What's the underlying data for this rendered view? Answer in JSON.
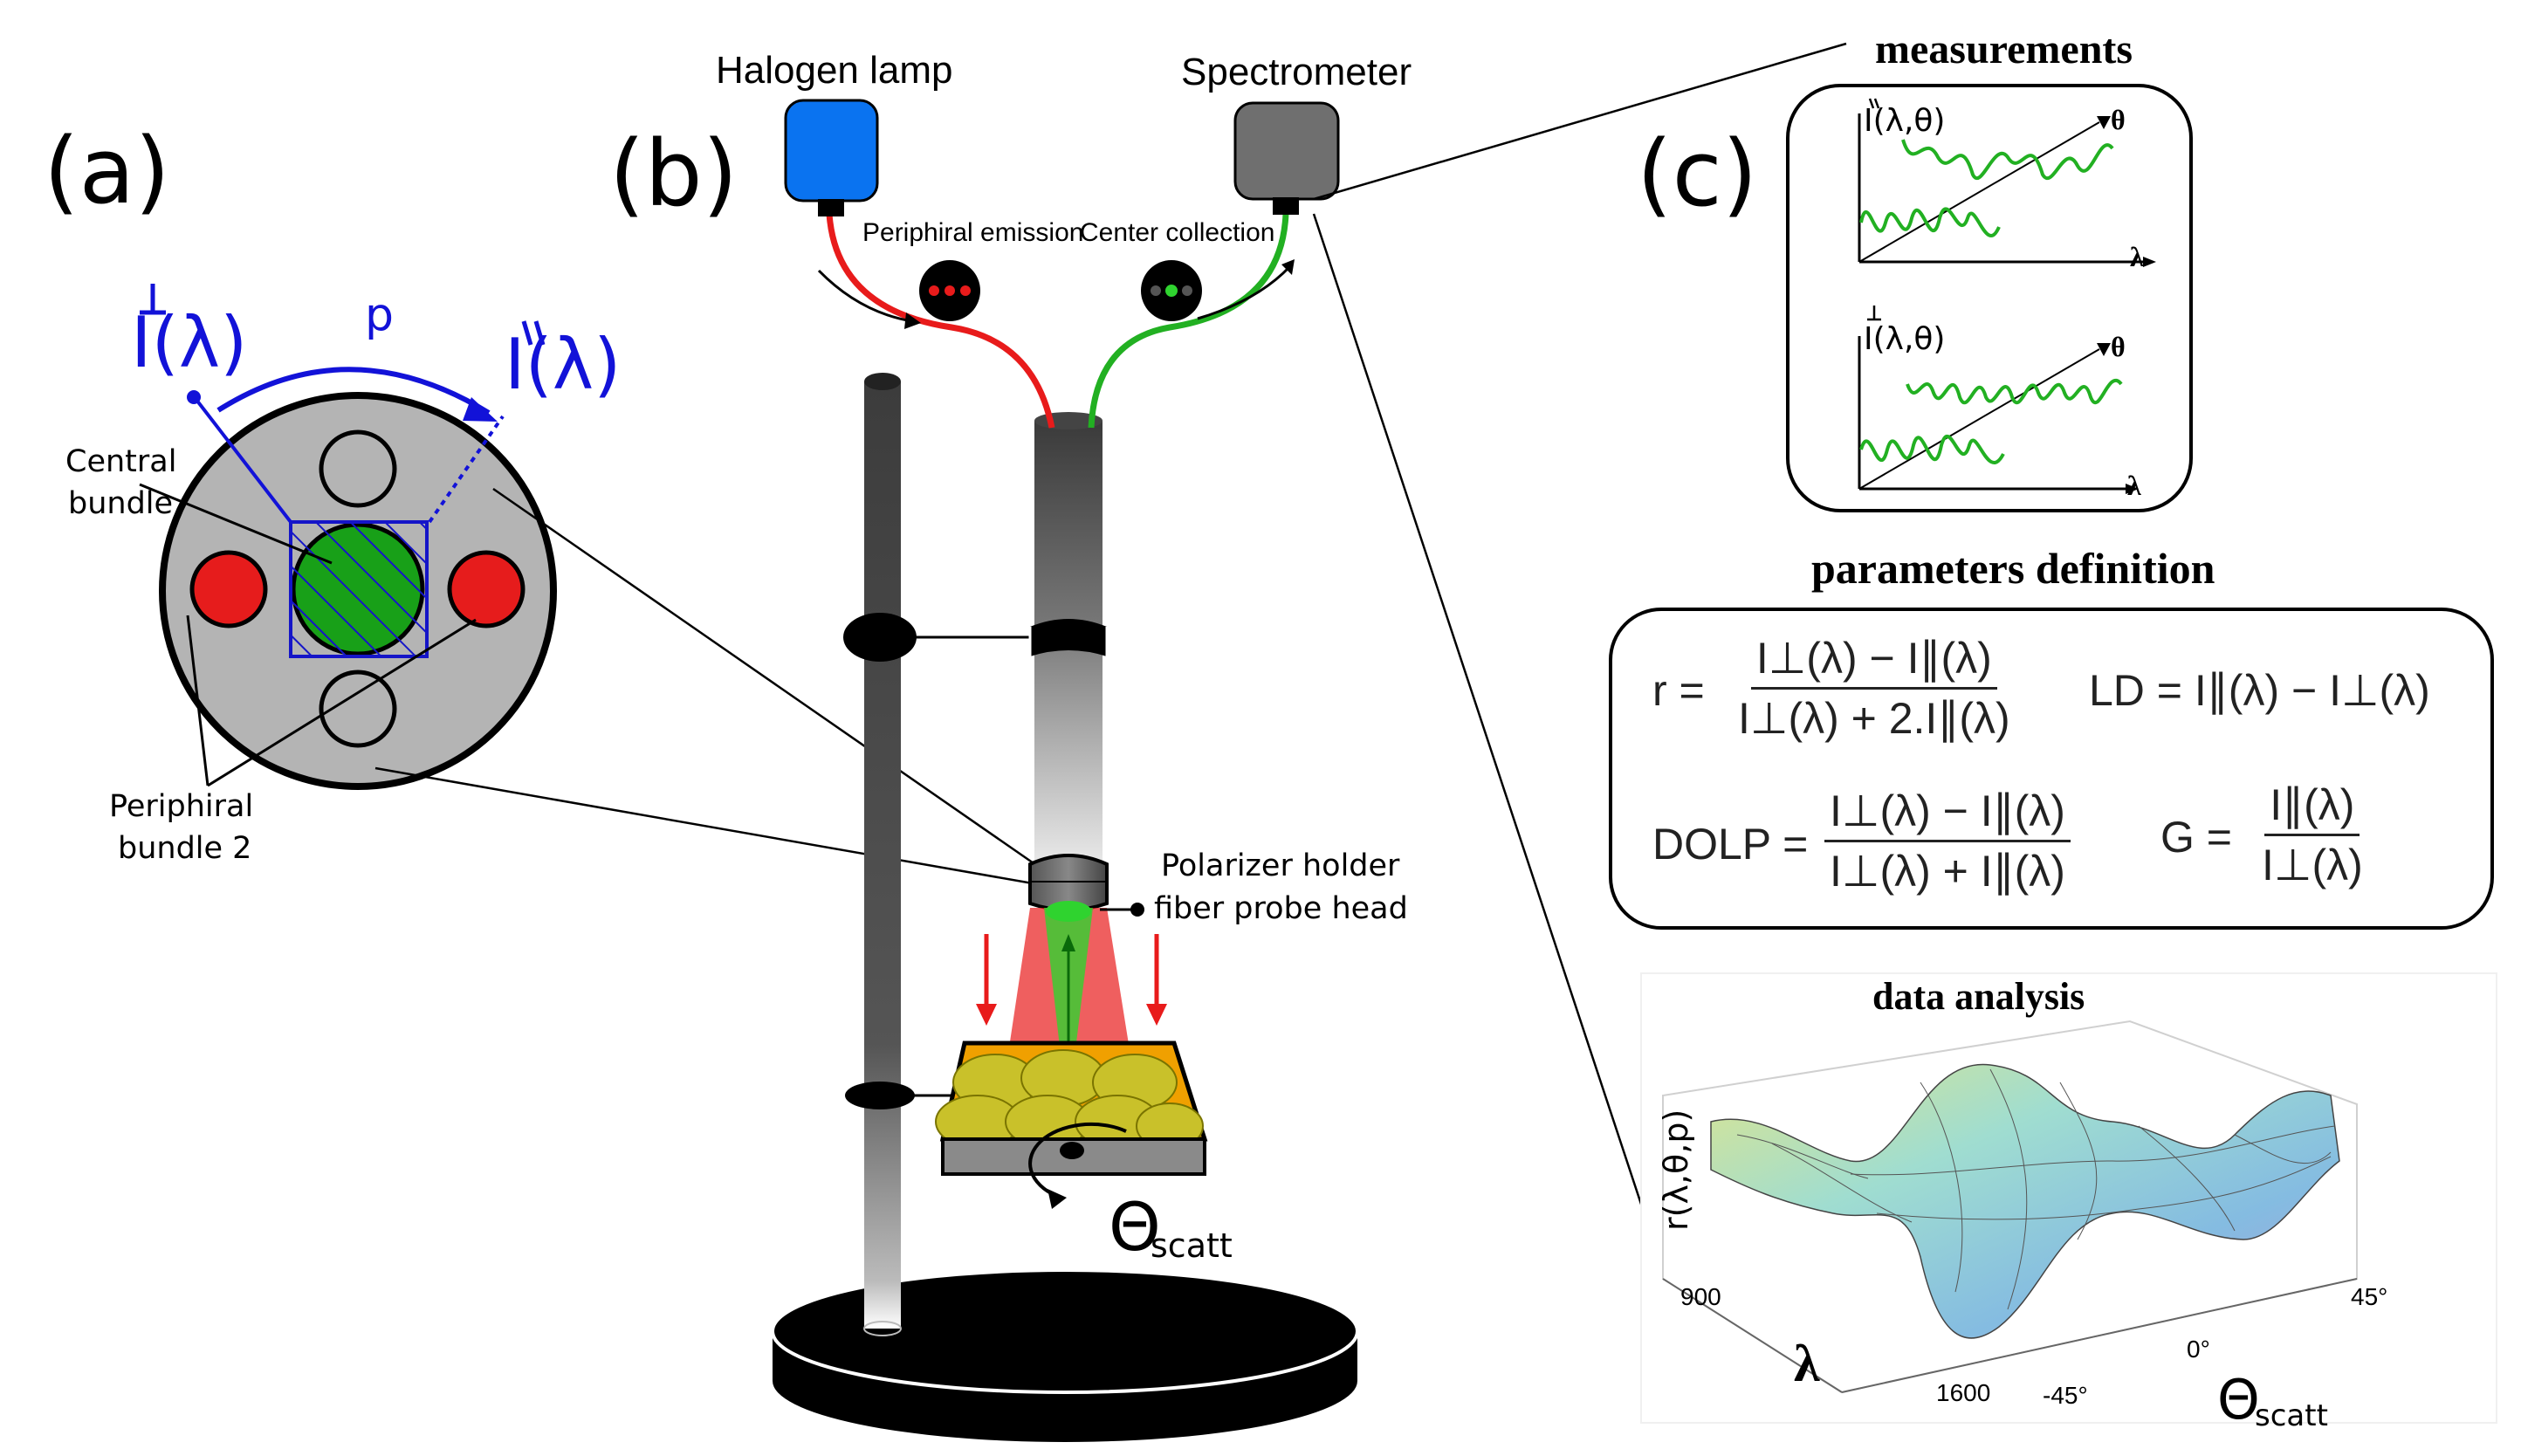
{
  "panels": {
    "a": "(a)",
    "b": "(b)",
    "c": "(c)"
  },
  "panel_a": {
    "i_perp": "I(λ)",
    "i_par": "I(λ)",
    "p_label": "p",
    "central_bundle": [
      "Central",
      "bundle"
    ],
    "peripheral_bundle": [
      "Periphiral",
      "bundle 2"
    ]
  },
  "panel_b": {
    "halogen_lamp": "Halogen lamp",
    "spectrometer": "Spectrometer",
    "peripheral_emission": "Periphiral emission",
    "center_collection": "Center collection",
    "polarizer_holder": "Polarizer holder",
    "fiber_probe_head": "fiber probe head",
    "theta_symbol": "Θ",
    "theta_sub": "scatt"
  },
  "panel_c": {
    "measurements_title": "measurements",
    "plot1_ylabel": "I(λ,θ)",
    "plot2_ylabel": "I(λ,θ)",
    "theta_axis": "θ",
    "lambda_axis": "λ",
    "parameters_title": "parameters definition",
    "eq_r_lead": "r =",
    "eq_r_num": "I⊥(λ) − I∥(λ)",
    "eq_r_den": "I⊥(λ) + 2.I∥(λ)",
    "eq_ld": "LD = I∥(λ) − I⊥(λ)",
    "eq_dolp_lead": "DOLP =",
    "eq_dolp_num": "I⊥(λ) − I∥(λ)",
    "eq_dolp_den": "I⊥(λ) + I∥(λ)",
    "eq_g_lead": "G =",
    "eq_g_num": "I∥(λ)",
    "eq_g_den": "I⊥(λ)",
    "analysis_title": "data analysis",
    "surface_zlabel": "r(λ,θ,p)",
    "lambda_ticks": [
      "900",
      "1600"
    ],
    "theta_ticks": [
      "-45°",
      "0°",
      "45°"
    ],
    "surface_xlabel": "λ",
    "surface_ylabel_symbol": "Θ",
    "surface_ylabel_sub": "scatt"
  },
  "colors": {
    "fiber_blue": "#1212d8",
    "emission_red": "#e81b1b",
    "collection_green": "#22b022",
    "lamp_blue": "#0a73f0",
    "spectrometer_grey": "#6f6f6f",
    "sample_yellow": "#c9c12a",
    "sample_orange": "#f0a000"
  }
}
